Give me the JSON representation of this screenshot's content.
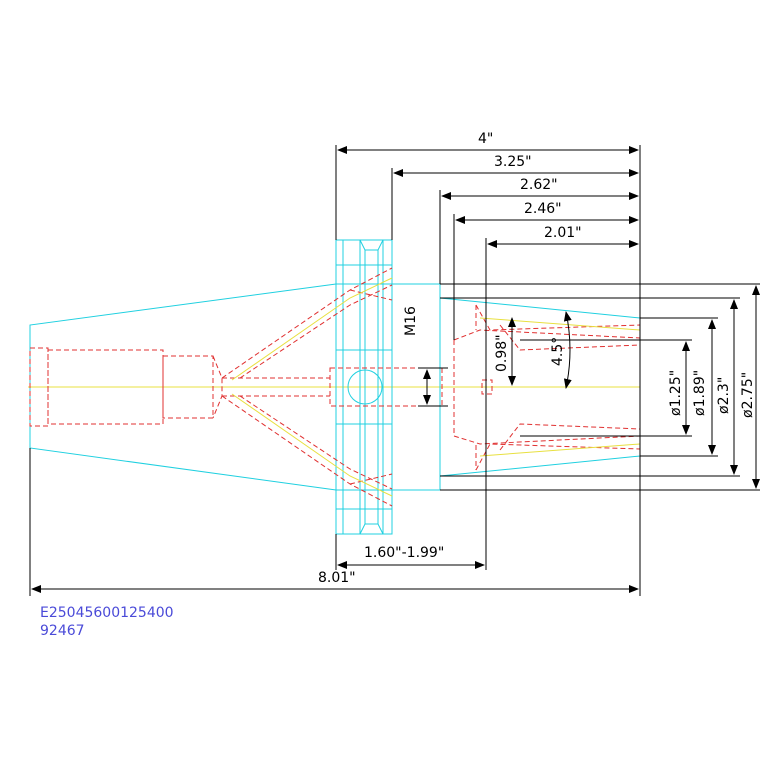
{
  "dimensions": {
    "overall_length": "4\"",
    "len_3_25": "3.25\"",
    "len_2_62": "2.62\"",
    "len_2_46": "2.46\"",
    "len_2_01": "2.01\"",
    "thread": "M16",
    "bore_098": "0.98\"",
    "angle": "4.5°",
    "dia_125": "ø1.25\"",
    "dia_189": "ø1.89\"",
    "dia_23": "ø2.3\"",
    "dia_275": "ø2.75\"",
    "range": "1.60\"-1.99\"",
    "total_length": "8.01\""
  },
  "part_number": "E25045600125400",
  "item_number": "92467",
  "colors": {
    "outline": "#20d0e0",
    "hidden": "#e03030",
    "centerline": "#e8e040",
    "dimension": "#000000",
    "label": "#4a4ad8"
  }
}
